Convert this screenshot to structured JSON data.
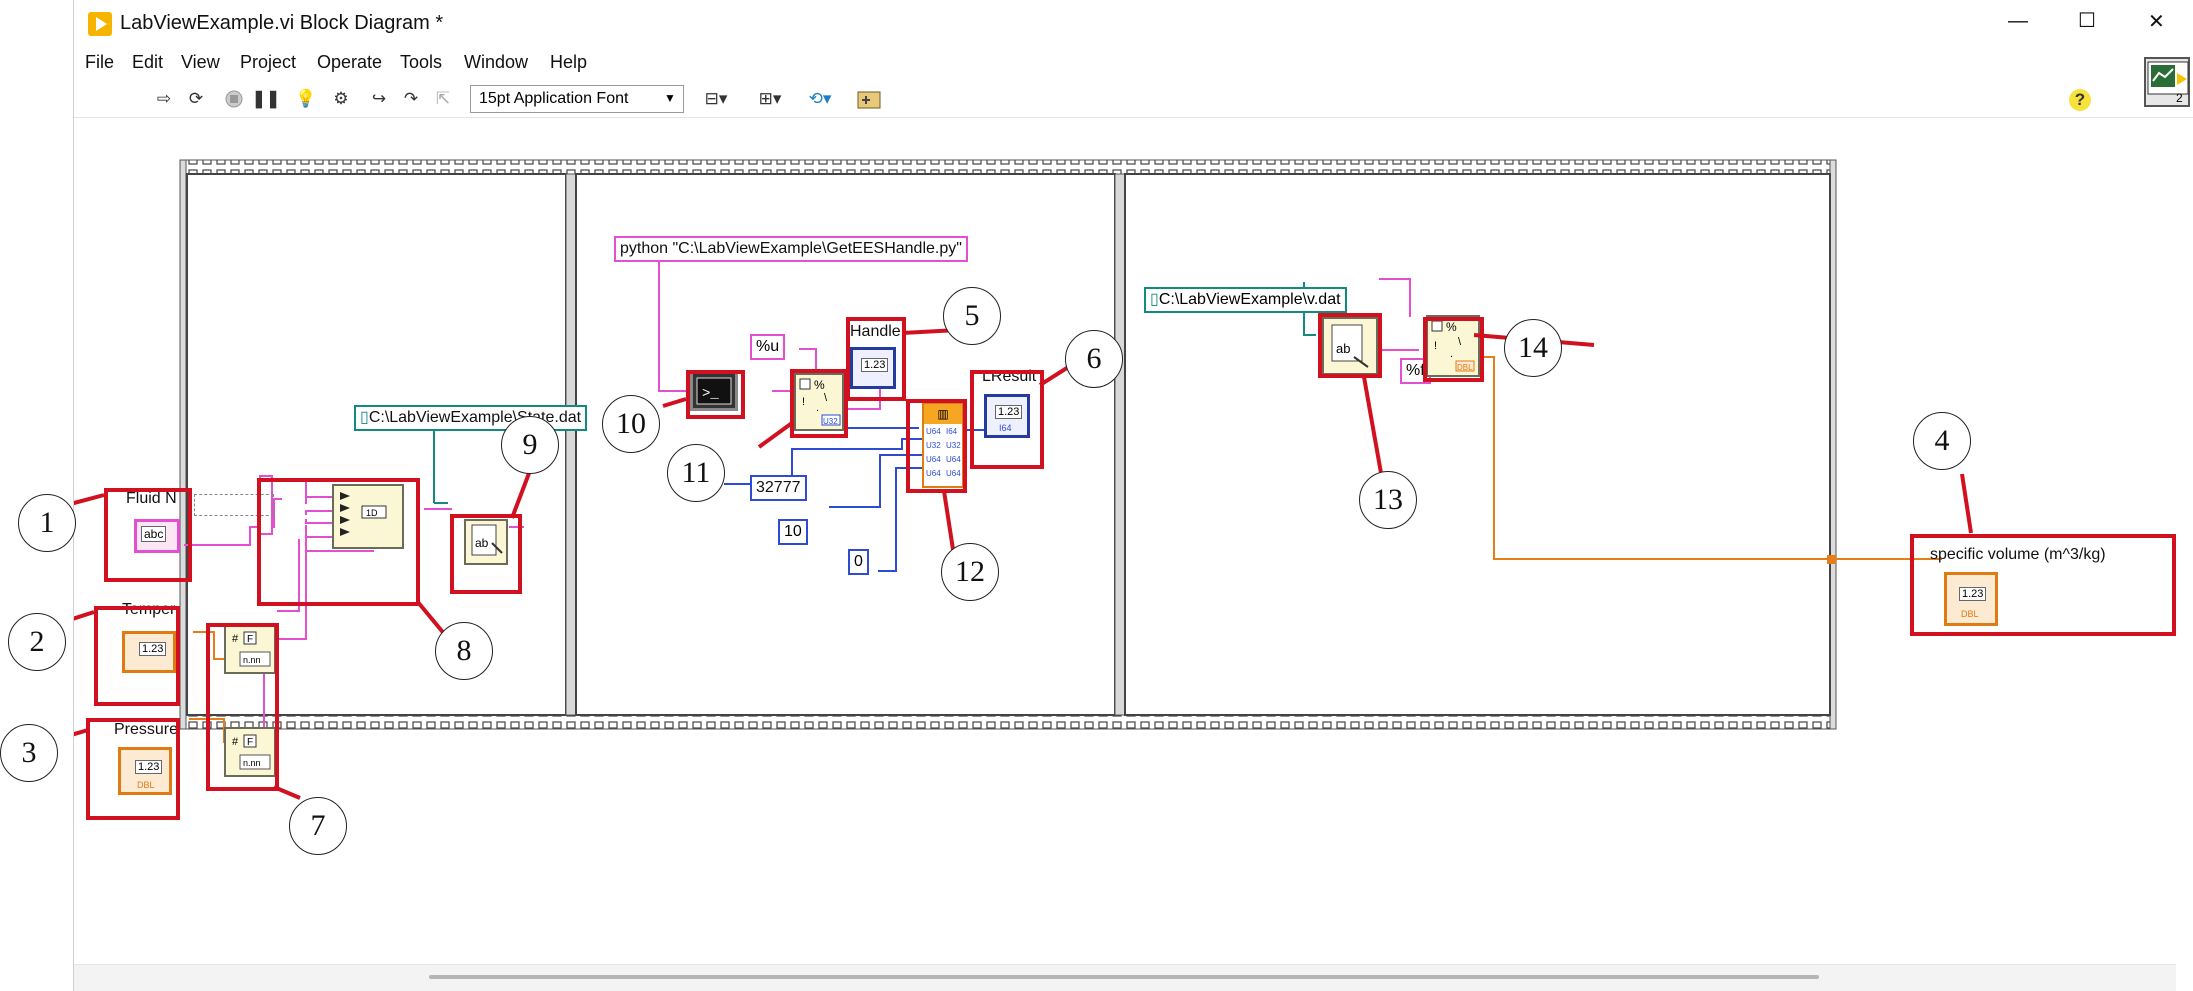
{
  "window": {
    "title": "LabViewExample.vi Block Diagram *",
    "minimize_glyph": "—",
    "maximize_glyph": "☐",
    "close_glyph": "✕"
  },
  "menu": [
    "File",
    "Edit",
    "View",
    "Project",
    "Operate",
    "Tools",
    "Window",
    "Help"
  ],
  "toolbar": {
    "font_select": "15pt Application Font",
    "help_glyph": "?",
    "vi_icon_number": "2"
  },
  "diagram": {
    "constants": {
      "state_file": "C:\\LabViewExample\\State.dat",
      "python_cmd": "python \"C:\\LabViewExample\\GetEESHandle.py\"",
      "format_u": "%u",
      "num_32777": "32777",
      "num_10": "10",
      "num_0": "0",
      "v_file": "C:\\LabViewExample\\v.dat",
      "format_f": "%f"
    },
    "terminals": {
      "fluid": "Fluid N",
      "temperature": "Temper",
      "pressure": "Pressure",
      "handle": "Handle",
      "lresult": "LResult",
      "specific_volume": "specific volume (m^3/kg)",
      "num_display": "1.23",
      "string_display": "abc",
      "dbl_tag": "DBL",
      "u32_tag": "U32",
      "i64_tag": "I64"
    },
    "callouts": [
      "1",
      "2",
      "3",
      "4",
      "5",
      "6",
      "7",
      "8",
      "9",
      "10",
      "11",
      "12",
      "13",
      "14"
    ]
  }
}
